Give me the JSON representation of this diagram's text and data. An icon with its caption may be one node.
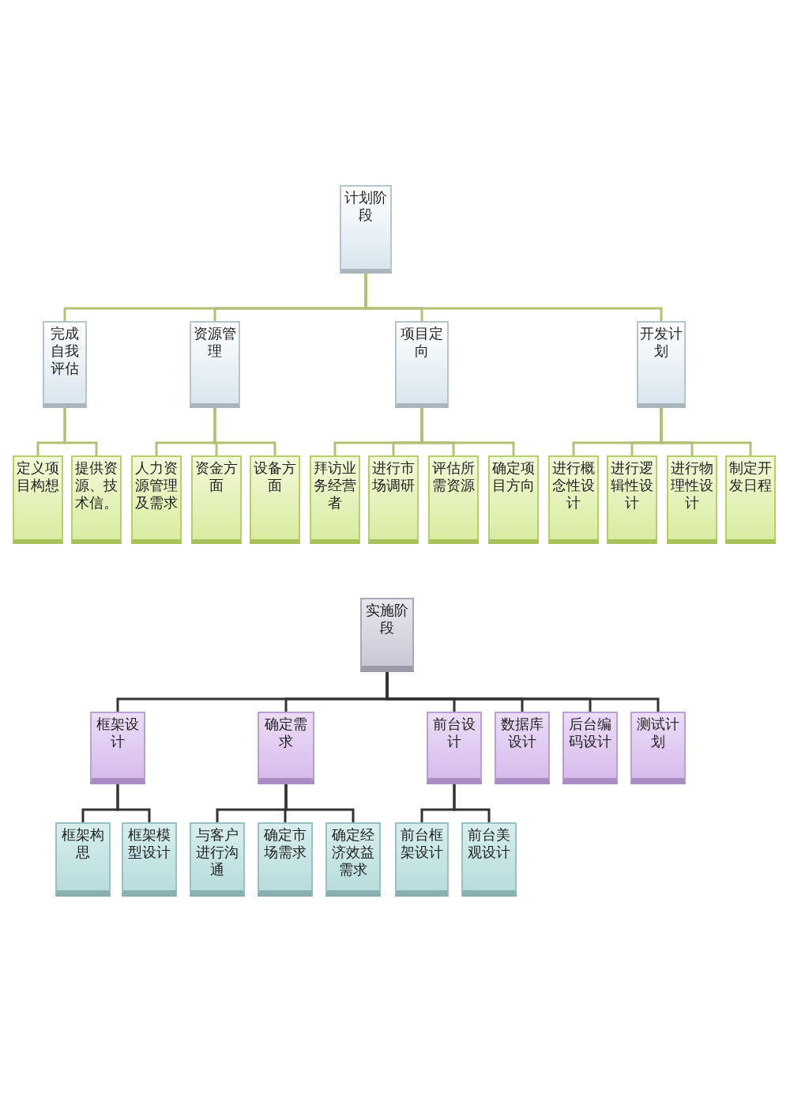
{
  "diagram": {
    "nodes": [
      {
        "text": [
          "计划阶段"
        ]
      },
      {
        "text": [
          "完成自我评估"
        ]
      },
      {
        "text": [
          "资源管理"
        ]
      },
      {
        "text": [
          "项目定向"
        ]
      },
      {
        "text": [
          "开发计划"
        ]
      },
      {
        "text": [
          "定义项目构想"
        ]
      },
      {
        "text": [
          "提供资源、技术信。"
        ]
      },
      {
        "text": [
          "人力资源管理及需求"
        ]
      },
      {
        "text": [
          "资金方面"
        ]
      },
      {
        "text": [
          "设备方面"
        ]
      },
      {
        "text": [
          "拜访业务经营者"
        ]
      },
      {
        "text": [
          "进行市场调研"
        ]
      },
      {
        "text": [
          "评估所需资源"
        ]
      },
      {
        "text": [
          "确定项目方向"
        ]
      },
      {
        "text": [
          "进行概念性设计"
        ]
      },
      {
        "text": [
          "进行逻辑性设计"
        ]
      },
      {
        "text": [
          "进行物理性设计"
        ]
      },
      {
        "text": [
          "制定开发日程"
        ]
      },
      {
        "text": [
          "实施阶段"
        ]
      },
      {
        "text": [
          "框架设计"
        ]
      },
      {
        "text": [
          "确定需求"
        ]
      },
      {
        "text": [
          "前台设计"
        ]
      },
      {
        "text": [
          "数据库设计"
        ]
      },
      {
        "text": [
          "后台编码设计"
        ]
      },
      {
        "text": [
          "测试计划"
        ]
      },
      {
        "text": [
          "框架构思"
        ]
      },
      {
        "text": [
          "框架模型设计"
        ]
      },
      {
        "text": [
          "与客户进行沟通"
        ]
      },
      {
        "text": [
          "确定市场需求"
        ]
      },
      {
        "text": [
          "确定经济效益需求"
        ]
      },
      {
        "text": [
          "前台框架设计"
        ]
      },
      {
        "text": [
          "前台美观设计"
        ]
      }
    ],
    "edges": [
      {
        "from": 0,
        "to": 1,
        "arrow": "none"
      },
      {
        "from": 0,
        "to": 2,
        "arrow": "none"
      },
      {
        "from": 0,
        "to": 3,
        "arrow": "none"
      },
      {
        "from": 0,
        "to": 4,
        "arrow": "none"
      },
      {
        "from": 1,
        "to": 5,
        "arrow": "none"
      },
      {
        "from": 1,
        "to": 6,
        "arrow": "none"
      },
      {
        "from": 2,
        "to": 7,
        "arrow": "none"
      },
      {
        "from": 2,
        "to": 8,
        "arrow": "none"
      },
      {
        "from": 2,
        "to": 9,
        "arrow": "none"
      },
      {
        "from": 3,
        "to": 10,
        "arrow": "none"
      },
      {
        "from": 3,
        "to": 11,
        "arrow": "none"
      },
      {
        "from": 3,
        "to": 12,
        "arrow": "none"
      },
      {
        "from": 3,
        "to": 13,
        "arrow": "none"
      },
      {
        "from": 4,
        "to": 14,
        "arrow": "none"
      },
      {
        "from": 4,
        "to": 15,
        "arrow": "none"
      },
      {
        "from": 4,
        "to": 16,
        "arrow": "none"
      },
      {
        "from": 4,
        "to": 17,
        "arrow": "none"
      },
      {
        "from": 18,
        "to": 19,
        "arrow": "none",
        "color": "#333333"
      },
      {
        "from": 18,
        "to": 20,
        "arrow": "none",
        "color": "#333333"
      },
      {
        "from": 18,
        "to": 21,
        "arrow": "none",
        "color": "#333333"
      },
      {
        "from": 18,
        "to": 22,
        "arrow": "none",
        "color": "#333333"
      },
      {
        "from": 18,
        "to": 23,
        "arrow": "none",
        "color": "#333333"
      },
      {
        "from": 18,
        "to": 24,
        "arrow": "none",
        "color": "#333333"
      },
      {
        "from": 19,
        "to": 25,
        "arrow": "none",
        "color": "#333333"
      },
      {
        "from": 19,
        "to": 26,
        "arrow": "none",
        "color": "#333333"
      },
      {
        "from": 20,
        "to": 27,
        "arrow": "none",
        "color": "#333333"
      },
      {
        "from": 20,
        "to": 28,
        "arrow": "none",
        "color": "#333333"
      },
      {
        "from": 20,
        "to": 29,
        "arrow": "none",
        "color": "#333333"
      },
      {
        "from": 21,
        "to": 30,
        "arrow": "none",
        "color": "#333333"
      },
      {
        "from": 21,
        "to": 31,
        "arrow": "none",
        "color": "#333333"
      }
    ]
  }
}
